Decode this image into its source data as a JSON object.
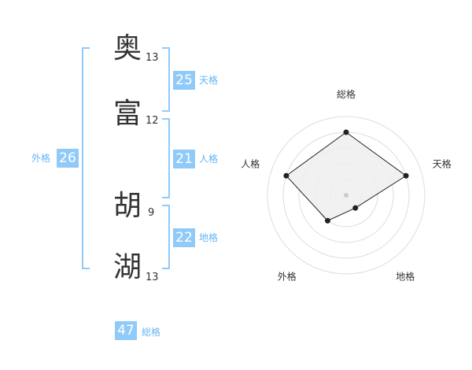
{
  "name": {
    "chars": [
      {
        "char": "奥",
        "strokes": "13"
      },
      {
        "char": "富",
        "strokes": "12"
      },
      {
        "char": "胡",
        "strokes": "9"
      },
      {
        "char": "湖",
        "strokes": "13"
      }
    ]
  },
  "kakusu": {
    "tenkaku": {
      "value": "25",
      "label": "天格"
    },
    "jinkaku": {
      "value": "21",
      "label": "人格"
    },
    "chikaku": {
      "value": "22",
      "label": "地格"
    },
    "gaikaku": {
      "value": "26",
      "label": "外格"
    },
    "soukaku": {
      "value": "47",
      "label": "総格"
    }
  },
  "radar": {
    "axes": [
      "総格",
      "天格",
      "地格",
      "外格",
      "人格"
    ],
    "values": [
      4,
      4,
      1,
      2,
      4
    ],
    "max": 5,
    "colors": {
      "fill": "#eeeeee",
      "line": "#222222",
      "ring": "#dddddd",
      "accent": "#90CAF9"
    }
  }
}
